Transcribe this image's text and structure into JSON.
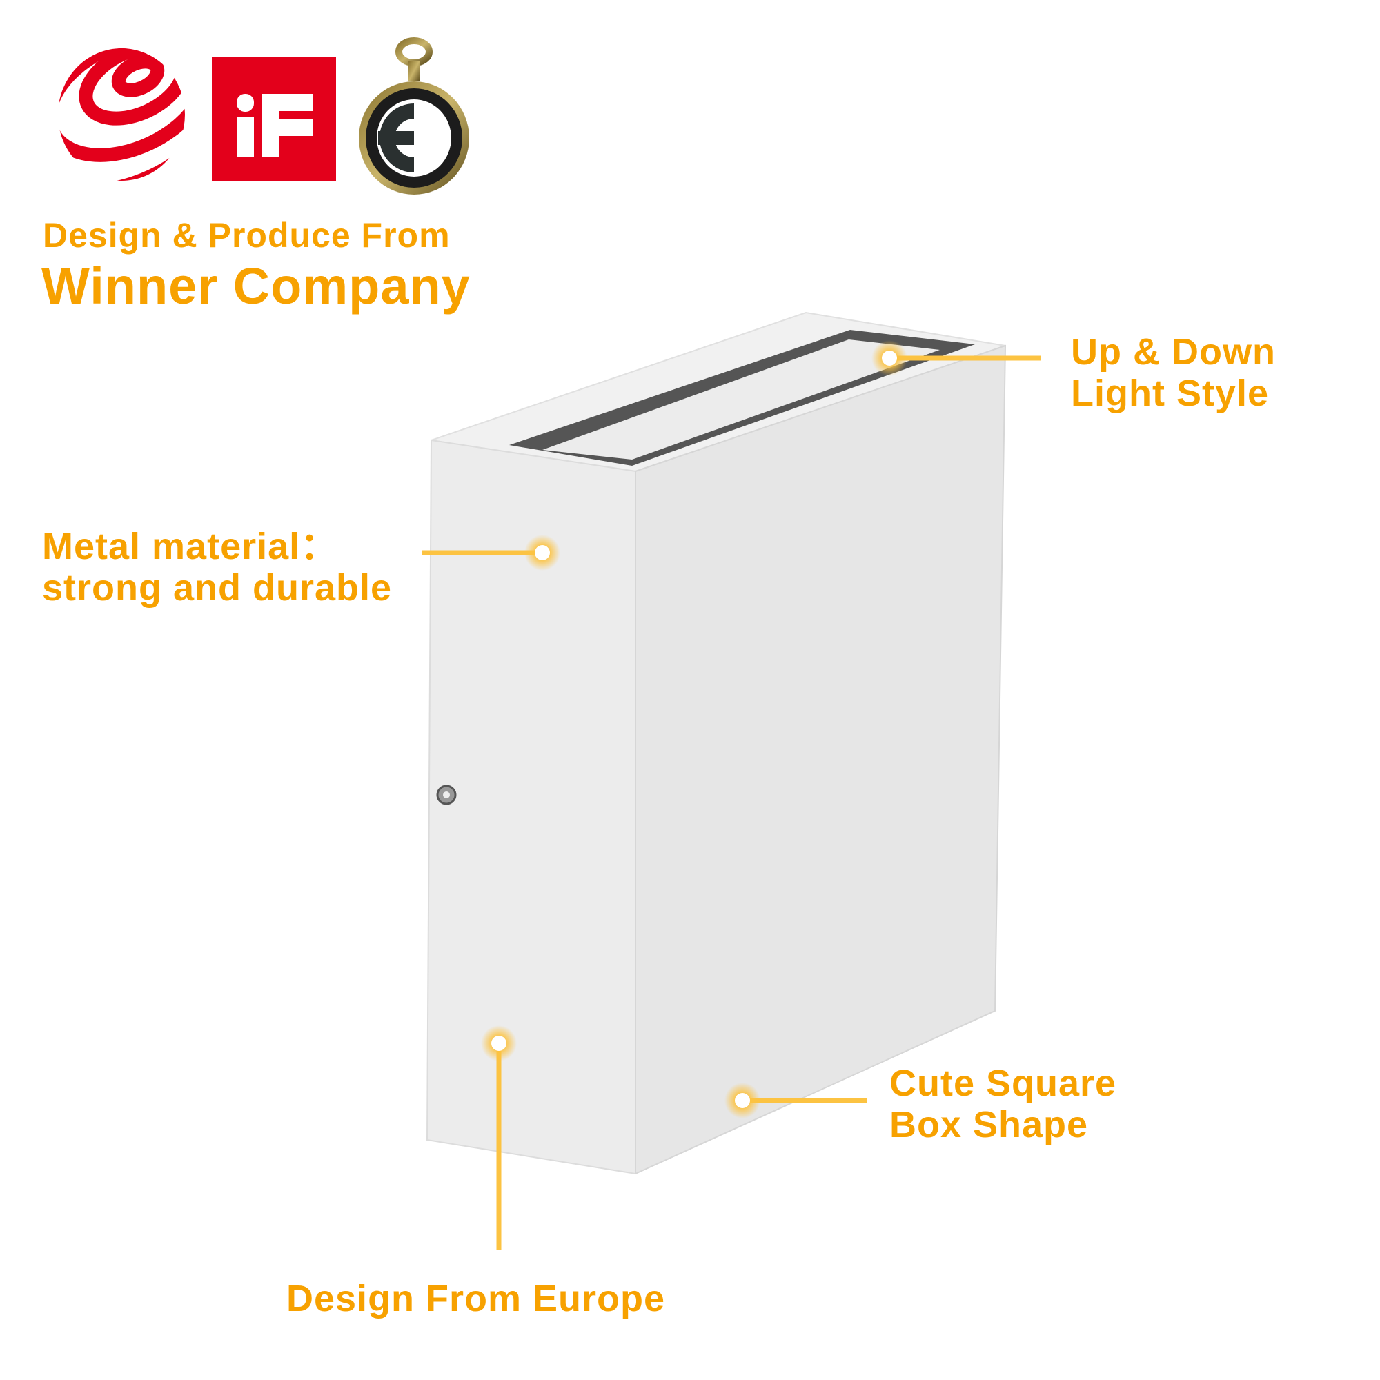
{
  "header": {
    "line1": "Design & Produce From",
    "line2": "Winner Company"
  },
  "awards": {
    "logos": [
      "red-dot-award",
      "if-design-award",
      "german-design-award"
    ],
    "if_logo_text": "iF"
  },
  "callouts": {
    "light_style": {
      "line1": "Up & Down",
      "line2": "Light Style"
    },
    "material": {
      "line1": "Metal material：",
      "line2": "strong and durable"
    },
    "shape": {
      "line1": "Cute Square",
      "line2": "Box Shape"
    },
    "origin": {
      "line1": "Design From Europe"
    }
  },
  "colors": {
    "accent": "#f7a100",
    "line": "#fcc342",
    "award_red": "#e3001b"
  }
}
